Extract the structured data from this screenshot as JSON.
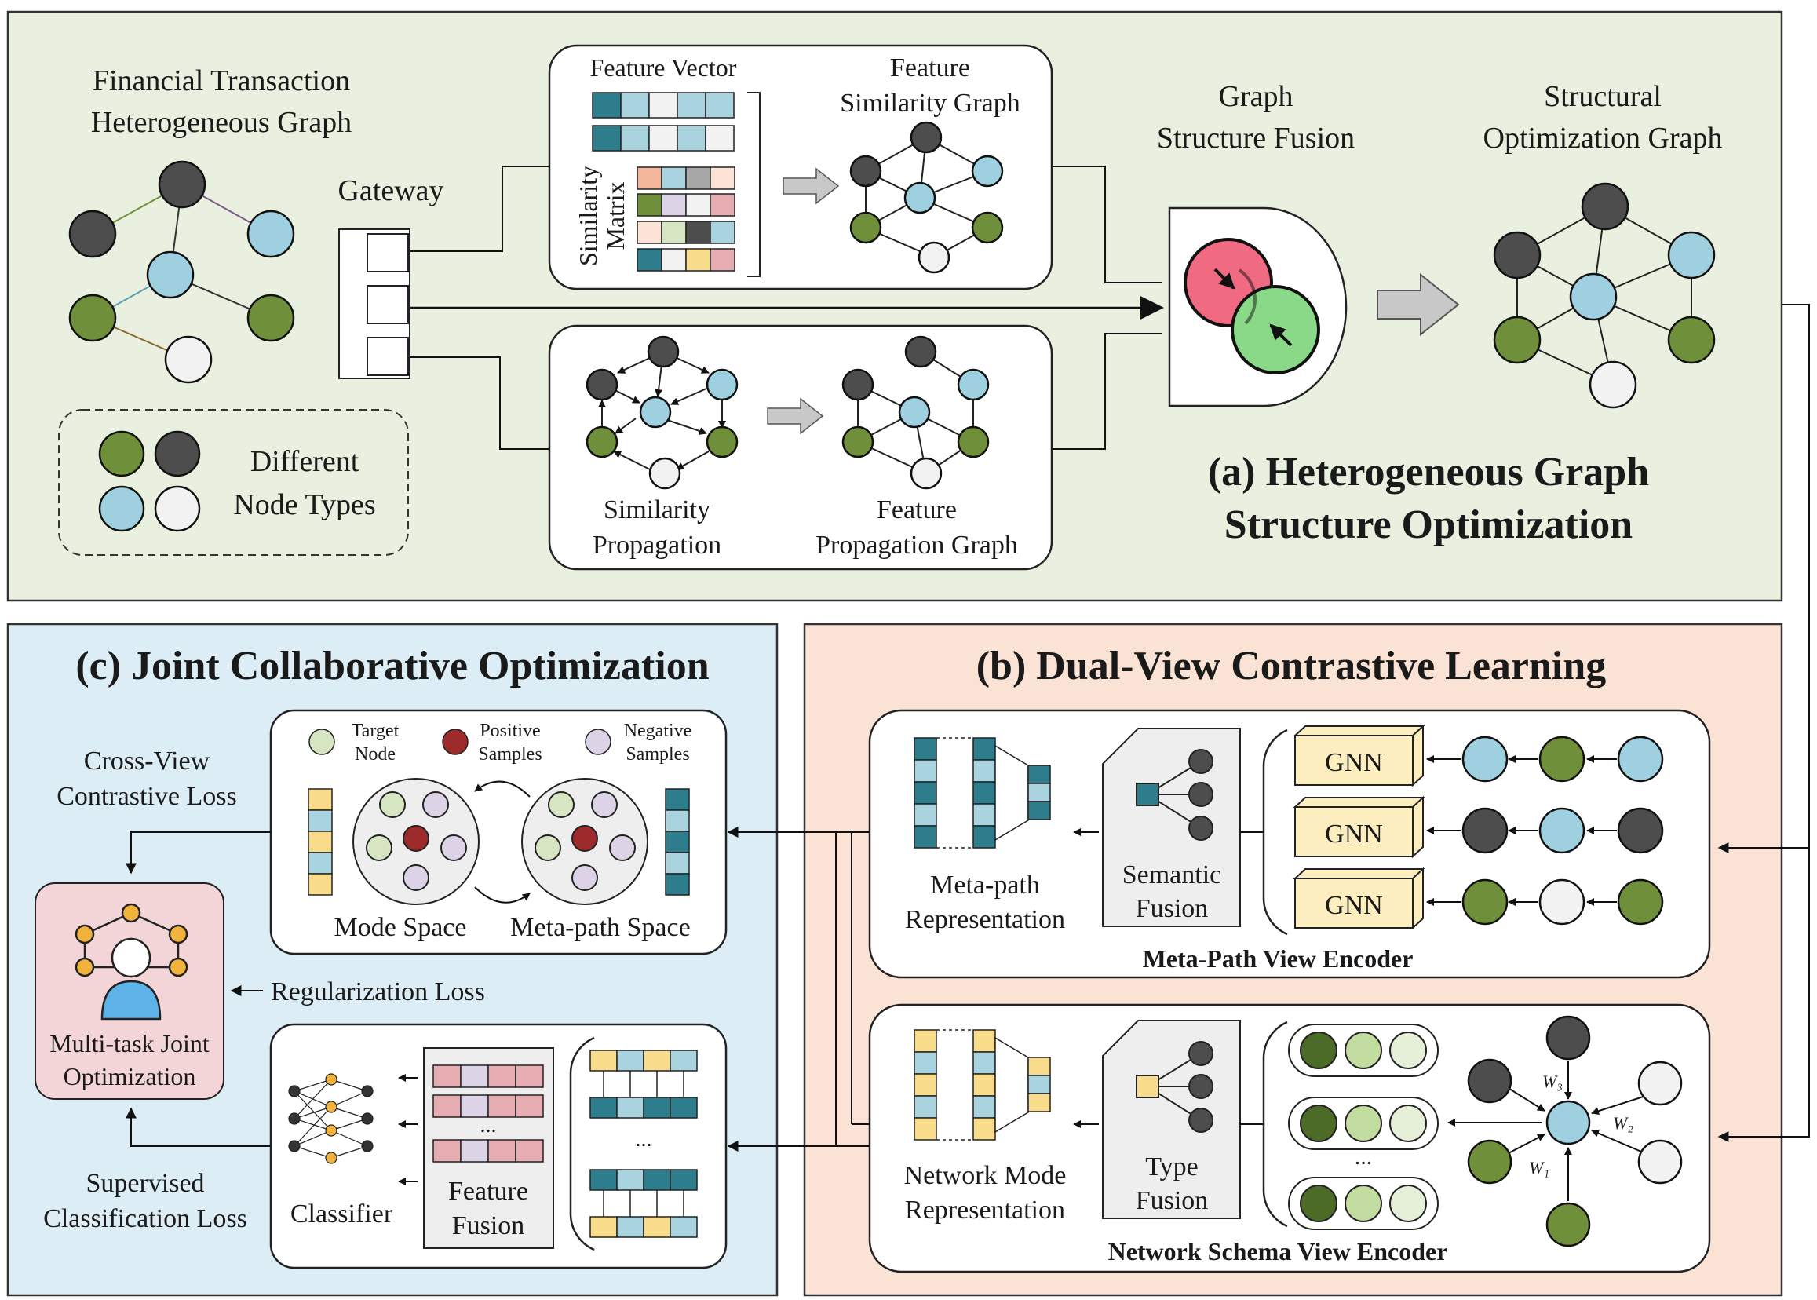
{
  "colors": {
    "panel_a_bg": "#e9f0df",
    "panel_b_bg": "#fae3d4",
    "panel_c_bg": "#dcedf5",
    "node_green": "#6f8f3a",
    "node_dark": "#4d4d4d",
    "node_blue": "#9fd0df",
    "node_white": "#f2f2f2",
    "node_red": "#9e2b2b",
    "node_lilac": "#dcd3e6",
    "node_lightgreen": "#d7e6c2",
    "teal": "#2e7d8c",
    "light_teal": "#a9d3de",
    "yellow": "#f8dc8c",
    "gnn_box": "#fdeec0",
    "pink_circle": "#f06a82",
    "green_circle": "#8ad989",
    "joint_box": "#f3d5d8"
  },
  "panel_a": {
    "title_line1": "(a) Heterogeneous Graph",
    "title_line2": "Structure Optimization",
    "input_graph_line1": "Financial Transaction",
    "input_graph_line2": "Heterogeneous Graph",
    "gateway_label": "Gateway",
    "legend_line1": "Different",
    "legend_line2": "Node Types",
    "feature_vector_label": "Feature Vector",
    "similarity_matrix_line1": "Similarity",
    "similarity_matrix_line2": "Matrix",
    "feature_similarity_line1": "Feature",
    "feature_similarity_line2": "Similarity Graph",
    "similarity_propagation_line1": "Similarity",
    "similarity_propagation_line2": "Propagation",
    "feature_propagation_line1": "Feature",
    "feature_propagation_line2": "Propagation Graph",
    "fusion_line1": "Graph",
    "fusion_line2": "Structure Fusion",
    "optimized_line1": "Structural",
    "optimized_line2": "Optimization Graph"
  },
  "panel_b": {
    "title": "(b) Dual-View Contrastive Learning",
    "gnn_label": "GNN",
    "meta_rep_line1": "Meta-path",
    "meta_rep_line2": "Representation",
    "semantic_line1": "Semantic",
    "semantic_line2": "Fusion",
    "meta_encoder": "Meta-Path View Encoder",
    "network_rep_line1": "Network Mode",
    "network_rep_line2": "Representation",
    "type_line1": "Type",
    "type_line2": "Fusion",
    "network_encoder": "Network Schema View Encoder",
    "ellipsis": "...",
    "w3": "W₃",
    "w2": "W₂",
    "w1": "W₁"
  },
  "panel_c": {
    "title": "(c) Joint Collaborative Optimization",
    "target_line1": "Target",
    "target_line2": "Node",
    "positive_line1": "Positive",
    "positive_line2": "Samples",
    "negative_line1": "Negative",
    "negative_line2": "Samples",
    "mode_space": "Mode Space",
    "metapath_space": "Meta-path Space",
    "crossview_line1": "Cross-View",
    "crossview_line2": "Contrastive Loss",
    "regularization": "Regularization Loss",
    "joint_line1": "Multi-task Joint",
    "joint_line2": "Optimization",
    "supervised_line1": "Supervised",
    "supervised_line2": "Classification Loss",
    "classifier": "Classifier",
    "feature_fusion_line1": "Feature",
    "feature_fusion_line2": "Fusion",
    "ellipsis": "..."
  }
}
